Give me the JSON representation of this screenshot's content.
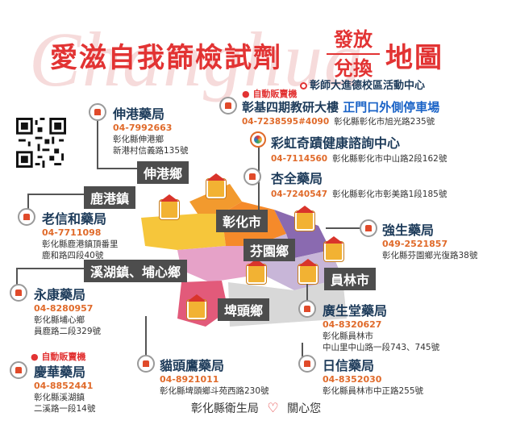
{
  "watermark": "Changhua",
  "title": {
    "main": "愛滋自我篩檢試劑",
    "top": "發放",
    "bottom": "兌換",
    "end": "地圖"
  },
  "special": {
    "auto_label": "自動販賣機",
    "campus": "彰師大進德校區活動中心",
    "building": "彰基四期教研大樓",
    "building_spot": "正門口外側停車場",
    "building_phone": "04-7238595#4090",
    "building_addr": "彰化縣彰化市旭光路235號"
  },
  "regions": [
    "伸港鄉",
    "鹿港鎮",
    "彰化市",
    "芬園鄉",
    "溪湖鎮、埔心鄉",
    "員林市",
    "埤頭鄉"
  ],
  "stores": {
    "shengang": {
      "name": "伸港藥局",
      "phone": "04-7992663",
      "addr1": "彰化縣伸港鄉",
      "addr2": "新港村信義路135號"
    },
    "laoxinhe": {
      "name": "老信和藥局",
      "phone": "04-7711098",
      "addr1": "彰化縣鹿港鎮頂番里",
      "addr2": "鹿和路四段40號"
    },
    "yongkang": {
      "name": "永康藥局",
      "phone": "04-8280957",
      "addr1": "彰化縣埔心鄉",
      "addr2": "員鹿路二段329號"
    },
    "qinghua": {
      "name": "慶華藥局",
      "phone": "04-8852441",
      "addr1": "彰化縣溪湖鎮",
      "addr2": "二溪路一段14號"
    },
    "maotouying": {
      "name": "貓頭鷹藥局",
      "phone": "04-8921011",
      "addr": "彰化縣埤頭鄉斗苑西路230號"
    },
    "caihong": {
      "name": "彩虹奇蹟健康諮詢中心",
      "phone": "04-7114560",
      "addr": "彰化縣彰化市中山路2段162號"
    },
    "xingquan": {
      "name": "杏全藥局",
      "phone": "04-7240547",
      "addr": "彰化縣彰化市彰美路1段185號"
    },
    "qiangsheng": {
      "name": "強生藥局",
      "phone": "049-2521857",
      "addr": "彰化縣芬園鄉光復路38號"
    },
    "guangshengtang": {
      "name": "廣生堂藥局",
      "phone": "04-8320627",
      "addr1": "彰化縣員林市",
      "addr2": "中山里中山路一段743、745號"
    },
    "rixin": {
      "name": "日信藥局",
      "phone": "04-8352030",
      "addr": "彰化縣員林市中正路255號"
    }
  },
  "footer": {
    "org": "彰化縣衛生局",
    "heart": "♡",
    "tagline": "關心您"
  },
  "colors": {
    "title_red": "#e23333",
    "navy": "#1d3b5a",
    "phone_orange": "#e06a2a"
  }
}
